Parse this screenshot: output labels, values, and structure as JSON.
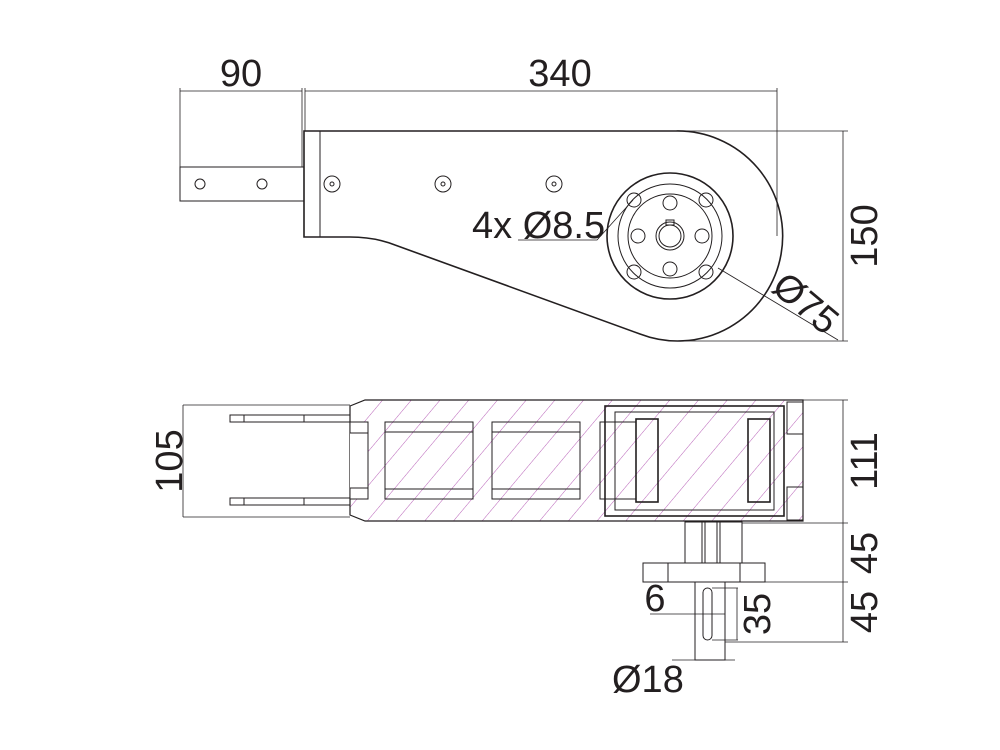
{
  "drawing": {
    "top_view": {
      "dim_bracket_width": "90",
      "dim_arm_length": "340",
      "dim_height": "150",
      "dim_holes": "4x Ø8.5",
      "dim_flange_diameter": "Ø75"
    },
    "side_view": {
      "dim_bracket_thickness": "105",
      "dim_body_thickness": "111",
      "dim_flange_height": "45",
      "dim_shaft_length": "45",
      "dim_key_width": "6",
      "dim_key_length": "35",
      "dim_shaft_diameter": "Ø18"
    },
    "colors": {
      "line": "#231f20",
      "hatch": "#b04fb0"
    }
  }
}
